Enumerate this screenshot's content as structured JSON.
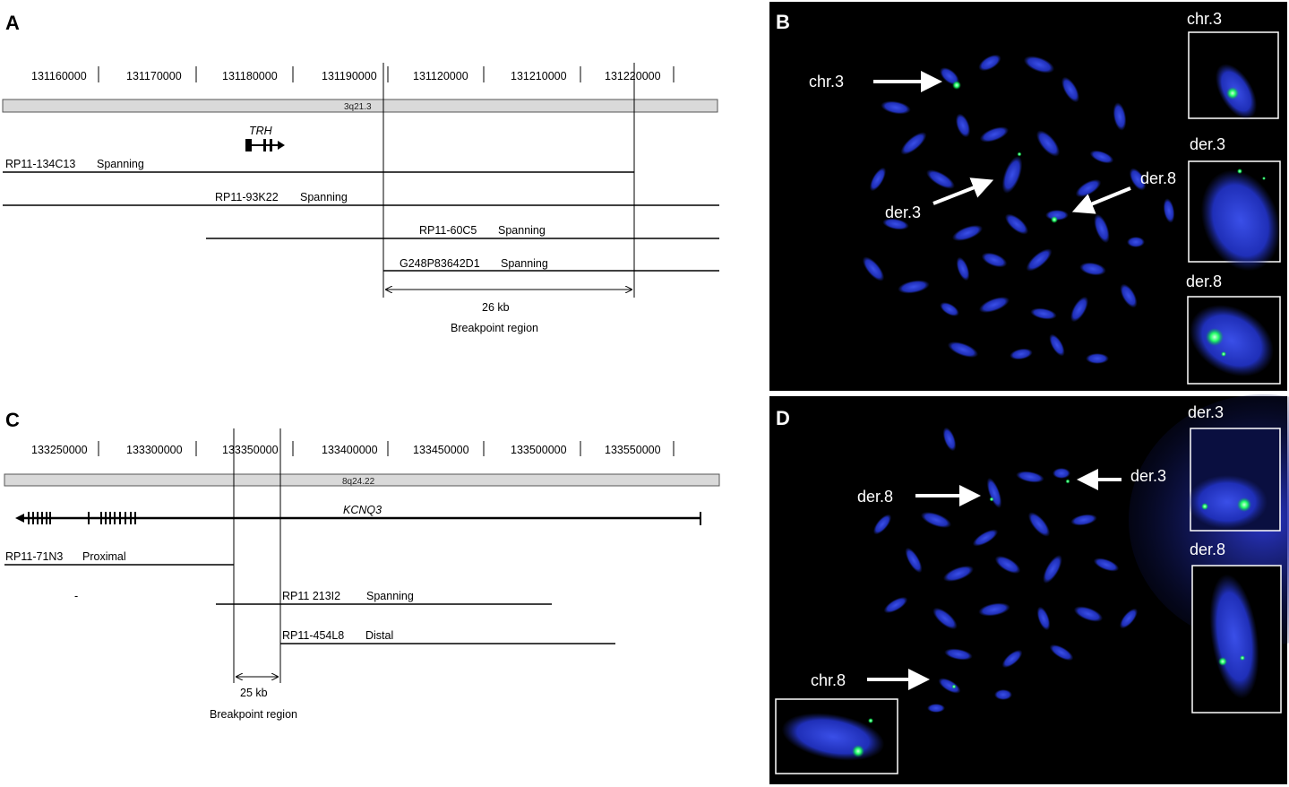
{
  "panel_a": {
    "letter": "A",
    "coords": [
      "131160000",
      "131170000",
      "131180000",
      "131190000",
      "131120000",
      "131210000",
      "131220000"
    ],
    "band": "3q21.3",
    "gene": "TRH",
    "clones": [
      {
        "name": "RP11-134C13",
        "type": "Spanning"
      },
      {
        "name": "RP11-93K22",
        "type": "Spanning"
      },
      {
        "name": "RP11-60C5",
        "type": "Spanning"
      },
      {
        "name": "G248P83642D1",
        "type": "Spanning"
      }
    ],
    "size": "26 kb",
    "region": "Breakpoint region"
  },
  "panel_b": {
    "letter": "B",
    "labels": {
      "chr3": "chr.3",
      "der3": "der.3",
      "der8": "der.8"
    },
    "insets": [
      "chr.3",
      "der.3",
      "der.8"
    ]
  },
  "panel_c": {
    "letter": "C",
    "coords": [
      "133250000",
      "133300000",
      "133350000",
      "133400000",
      "133450000",
      "133500000",
      "133550000"
    ],
    "band": "8q24.22",
    "gene": "KCNQ3",
    "clones": [
      {
        "name": "RP11-71N3",
        "type": "Proximal"
      },
      {
        "name": "RP11 213I2",
        "type": "Spanning"
      },
      {
        "name": "RP11-454L8",
        "type": "Distal"
      }
    ],
    "dash": "-",
    "size": "25 kb",
    "region": "Breakpoint region"
  },
  "panel_d": {
    "letter": "D",
    "labels": {
      "der8": "der.8",
      "der3": "der.3",
      "chr8": "chr.8"
    },
    "insets": [
      "der.3",
      "der.8"
    ]
  },
  "colors": {
    "nucleus_blue": "#1f2fb8",
    "signal_green": "#22ff66",
    "panel_bg": "#000000",
    "band_fill": "#d9d9d9"
  }
}
